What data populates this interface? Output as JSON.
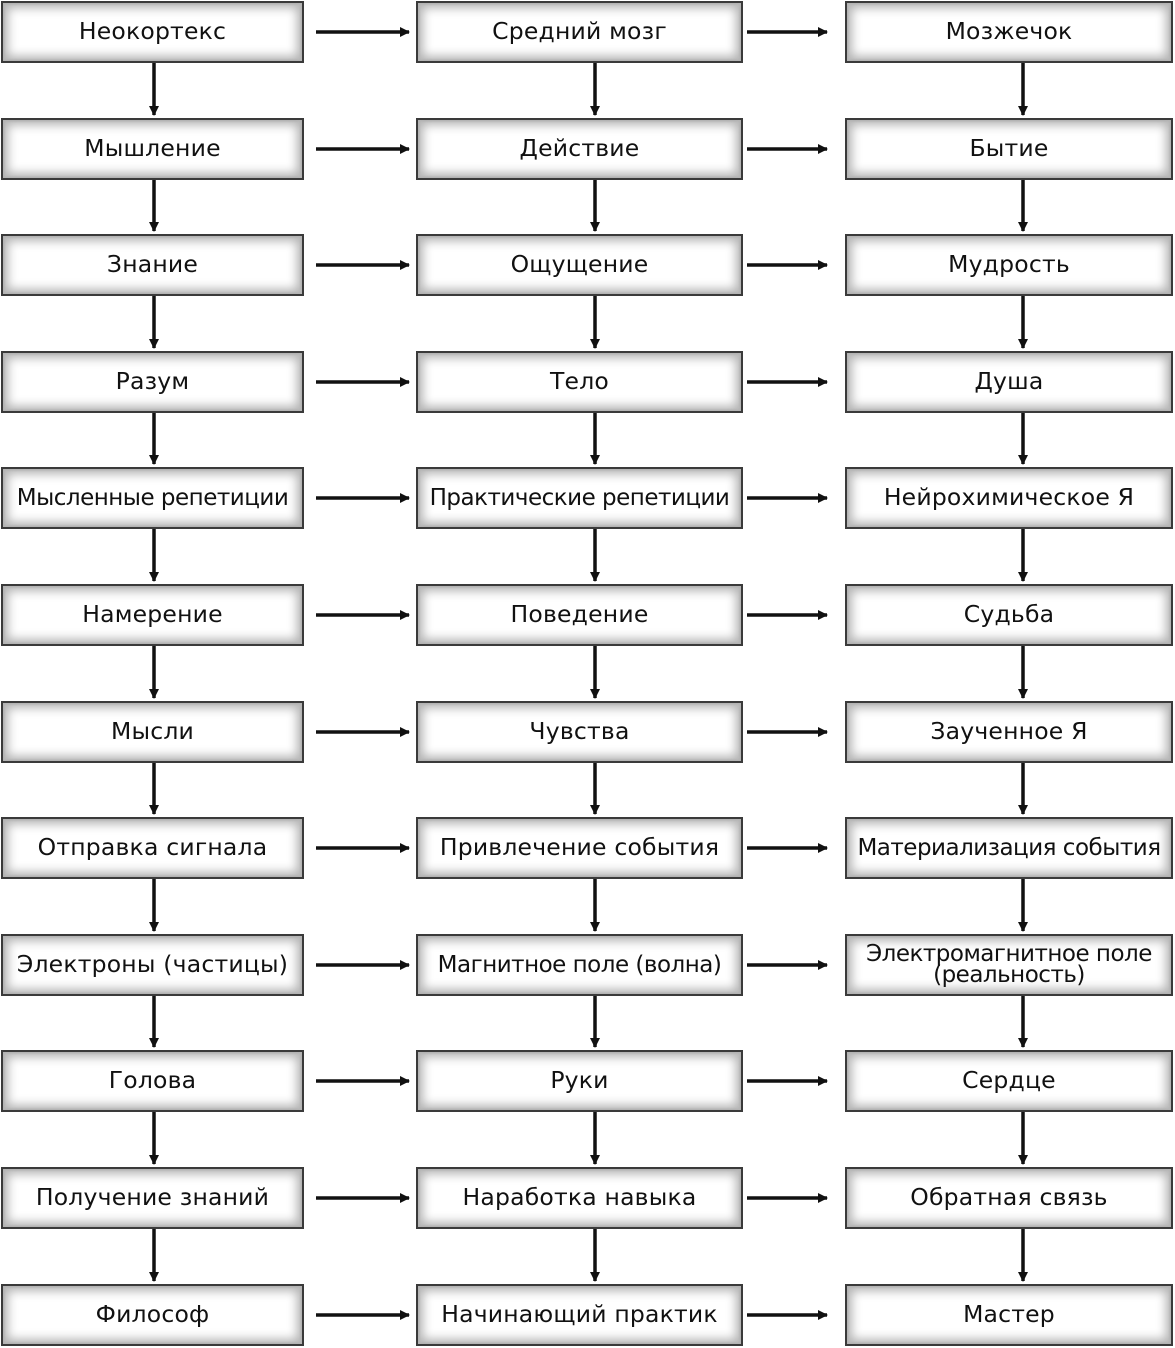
{
  "columns": [
    {
      "items": [
        "Неокортекс",
        "Мышление",
        "Знание",
        "Разум",
        "Мысленные репетиции",
        "Намерение",
        "Мысли",
        "Отправка сигнала",
        "Электроны (частицы)",
        "Голова",
        "Получение знаний",
        "Философ"
      ]
    },
    {
      "items": [
        "Средний мозг",
        "Действие",
        "Ощущение",
        "Тело",
        "Практические репетиции",
        "Поведение",
        "Чувства",
        "Привлечение события",
        "Магнитное поле (волна)",
        "Руки",
        "Наработка навыка",
        "Начинающий практик"
      ]
    },
    {
      "items": [
        "Мозжечок",
        "Бытие",
        "Мудрость",
        "Душа",
        "Нейрохимическое Я",
        "Судьба",
        "Заученное Я",
        "Материализация события",
        "Электромагнитное поле\n(реальность)",
        "Сердце",
        "Обратная связь",
        "Мастер"
      ]
    }
  ]
}
